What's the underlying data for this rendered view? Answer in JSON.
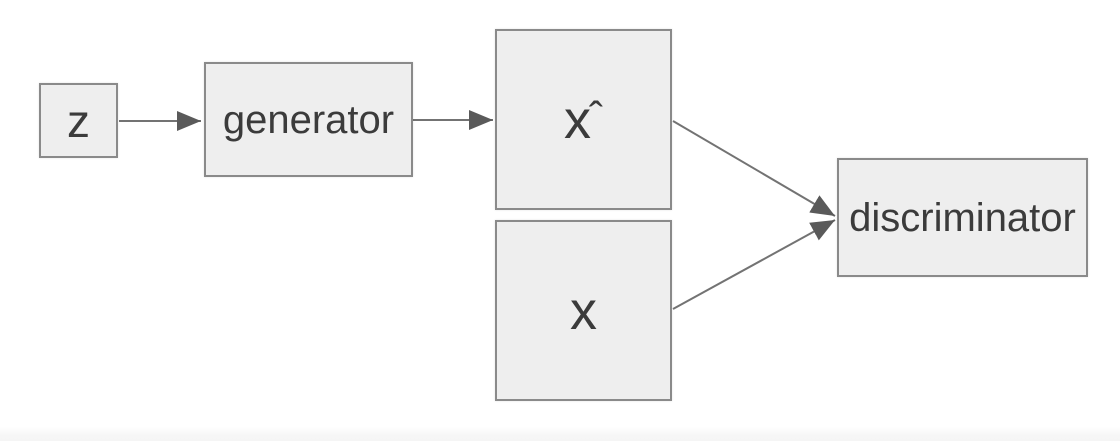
{
  "diagram": {
    "description": "GAN architecture flow diagram",
    "nodes": {
      "z": {
        "label": "z"
      },
      "generator": {
        "label": "generator"
      },
      "x_hat": {
        "label_base": "x",
        "label_hat": "ˆ"
      },
      "x": {
        "label": "x"
      },
      "discriminator": {
        "label": "discriminator"
      }
    },
    "edges": [
      {
        "from": "z",
        "to": "generator",
        "style": "arrow"
      },
      {
        "from": "generator",
        "to": "x_hat",
        "style": "arrow"
      },
      {
        "from": "x_hat",
        "to": "discriminator",
        "style": "arrow"
      },
      {
        "from": "x",
        "to": "discriminator",
        "style": "arrow"
      }
    ],
    "colors": {
      "node_fill": "#eeeeee",
      "node_border": "#8a8a8a",
      "edge_line": "#737373",
      "arrowhead": "#5a5a5a",
      "text": "#3b3b3b",
      "background": "#ffffff",
      "footer_strip": "#f6f6f6"
    }
  }
}
